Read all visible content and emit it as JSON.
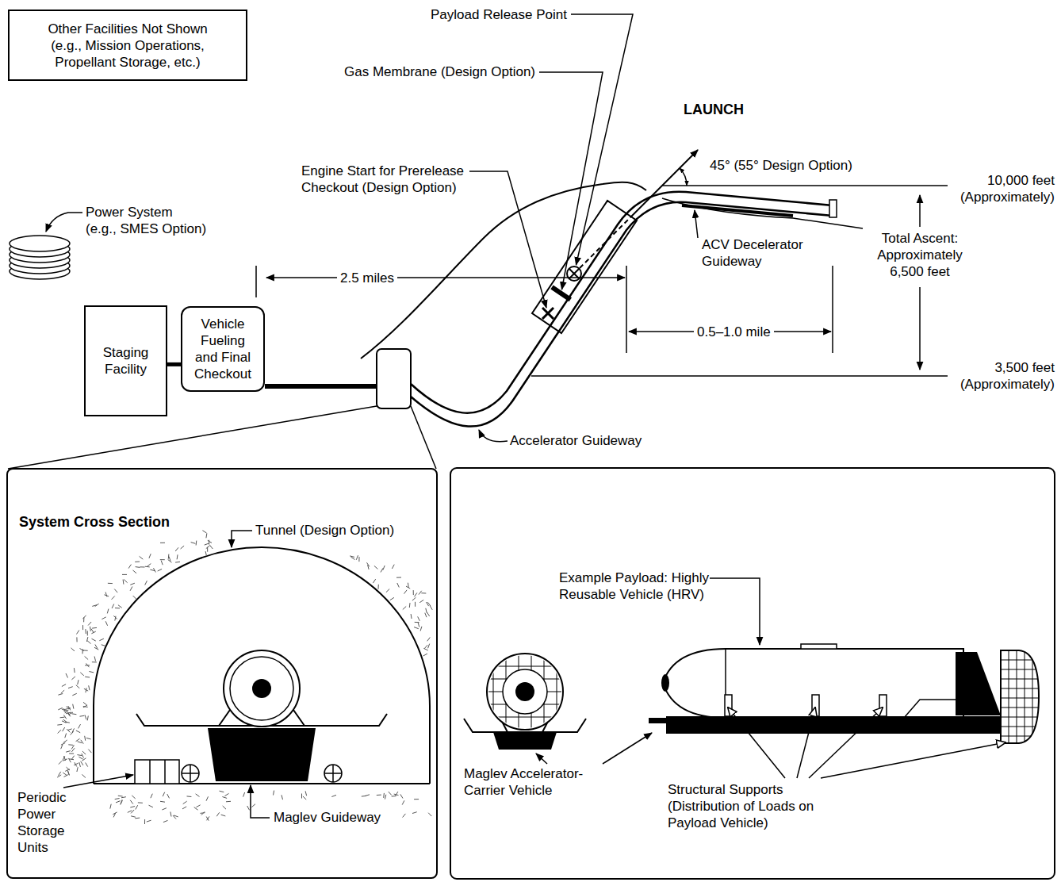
{
  "diagram": {
    "nodes": [
      {
        "text": [
          "Other Facilities Not Shown (e.g., Mission Operations, Propellant Storage, etc.)"
        ]
      },
      {
        "text": [
          "Staging Facility"
        ]
      },
      {
        "text": [
          "Vehicle Fueling and Final Checkout"
        ]
      },
      {
        "text": [
          "System Cross Section"
        ]
      }
    ],
    "edges": [
      {
        "from": 1,
        "to": 2,
        "arrow": "none"
      }
    ],
    "labels": [
      "Power System (e.g., SMES Option)",
      "Payload Release Point",
      "Gas Membrane (Design Option)",
      "LAUNCH",
      "Engine Start for Prerelease Checkout (Design Option)",
      "45° (55° Design Option)",
      "10,000 feet (Approximately)",
      "2.5 miles",
      "ACV Decelerator Guideway",
      "Total Ascent: Approximately 6,500 feet",
      "0.5–1.0 mile",
      "3,500 feet (Approximately)",
      "Accelerator Guideway",
      "Tunnel (Design Option)",
      "Periodic Power Storage Units",
      "Maglev Guideway",
      "Example Payload: Highly Reusable Vehicle (HRV)",
      "Maglev Accelerator-Carrier Vehicle",
      "Structural Supports (Distribution of Loads on Payload Vehicle)"
    ]
  }
}
